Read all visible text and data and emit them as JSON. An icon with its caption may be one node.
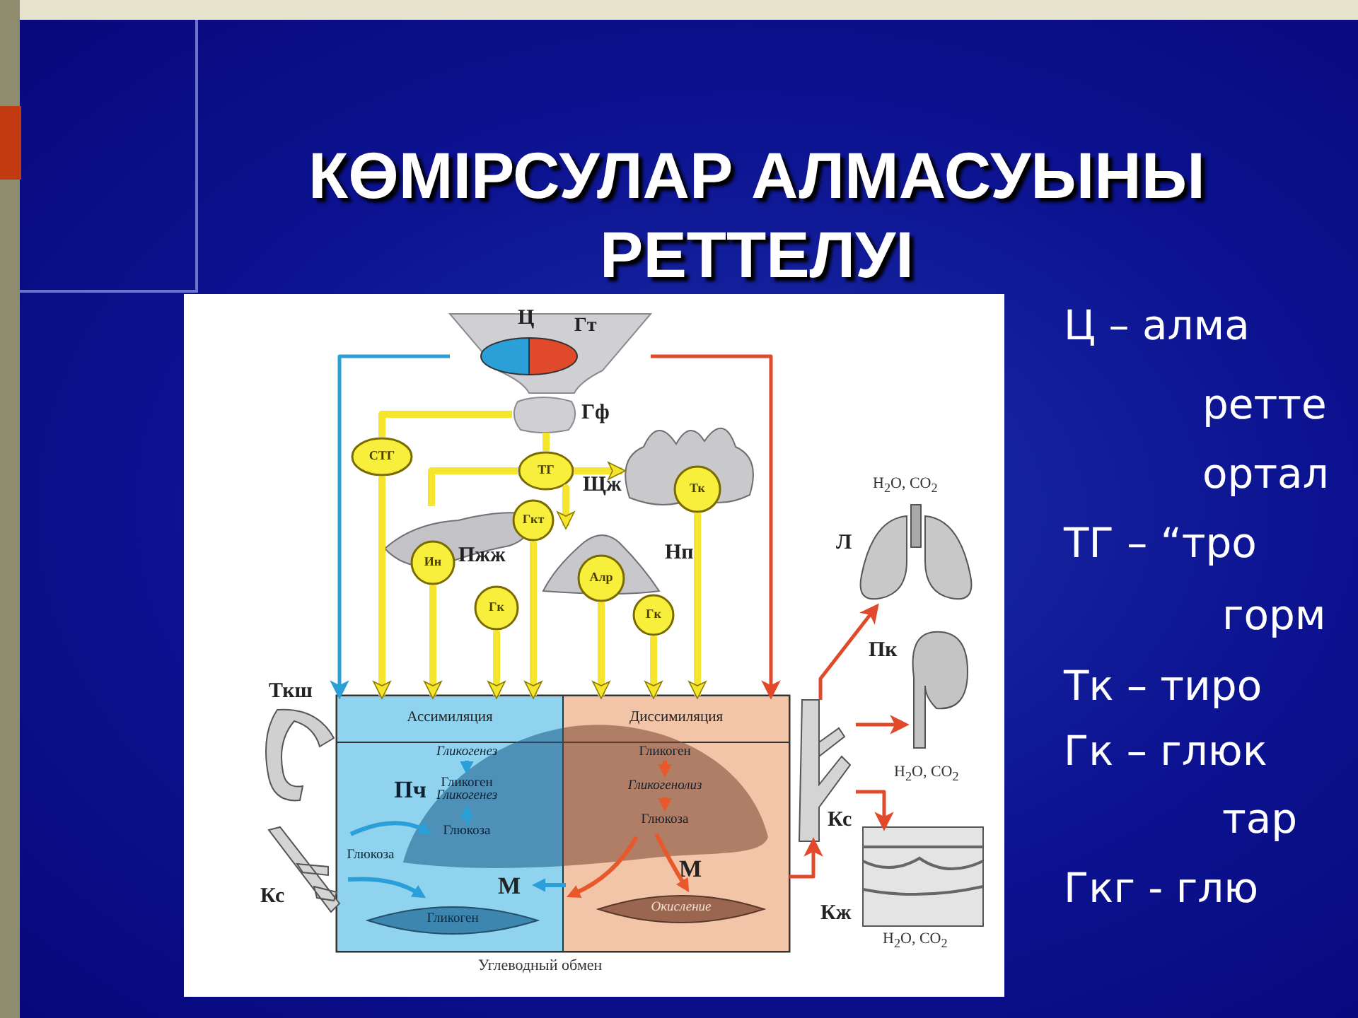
{
  "diagram": {
    "title": "КӨМІРСУЛАР АЛМАСУЫНЫ РЕТТЕЛУІ",
    "nodes": [
      {
        "text": [
          "Ц",
          "Гт"
        ]
      },
      {
        "text": [
          "Гф"
        ]
      },
      {
        "text": [
          "СТГ"
        ]
      },
      {
        "text": [
          "ТГ"
        ]
      },
      {
        "text": [
          "Щж"
        ]
      },
      {
        "text": [
          "Тк"
        ]
      },
      {
        "text": [
          "Гкт"
        ]
      },
      {
        "text": [
          "Пжж"
        ]
      },
      {
        "text": [
          "Ин"
        ]
      },
      {
        "text": [
          "Нп"
        ]
      },
      {
        "text": [
          "Алр"
        ]
      },
      {
        "text": [
          "Гк"
        ]
      },
      {
        "text": [
          "Гк"
        ]
      },
      {
        "text": [],
        "shape": "box",
        "beside": [
          "Углеводный обмен"
        ]
      },
      {
        "text": [
          "Ассимиляция"
        ],
        "in": 13
      },
      {
        "text": [
          "Диссимиляция"
        ],
        "in": 13
      },
      {
        "text": [
          "Гликоген"
        ],
        "in": 14,
        "beside": [
          "М"
        ]
      },
      {
        "text": [
          "Окисление"
        ],
        "in": 15,
        "beside": [
          "М"
        ]
      },
      {
        "text": [
          "Ткш"
        ]
      },
      {
        "text": [
          "Кс"
        ]
      },
      {
        "text": [
          "Л"
        ],
        "beside": [
          "H$_{2}$O, CO$_{2}$"
        ]
      },
      {
        "text": [
          "Пк"
        ],
        "beside": [
          "H$_{2}$O, CO$_{2}$"
        ]
      },
      {
        "text": [
          "Кс"
        ]
      },
      {
        "text": [
          "Кж"
        ],
        "beside": [
          "H$_{2}$O, CO$_{2}$"
        ]
      }
    ],
    "edges": [
      {
        "from": 0,
        "to": 13,
        "arrow": "to",
        "color": "#2a9fd8"
      },
      {
        "from": 0,
        "to": 13,
        "arrow": "to",
        "color": "#e04a2a"
      },
      {
        "from": 1,
        "to": 2,
        "arrow": "none"
      },
      {
        "from": 1,
        "to": 3,
        "arrow": "none"
      },
      {
        "from": 2,
        "to": 13,
        "arrow": "to"
      },
      {
        "from": 3,
        "to": 4,
        "arrow": "to"
      },
      {
        "from": 3,
        "to": 7,
        "arrow": "none"
      },
      {
        "from": 3,
        "to": 9,
        "arrow": "to"
      },
      {
        "from": 6,
        "to": 13,
        "arrow": "to"
      },
      {
        "from": 8,
        "to": 13,
        "arrow": "to"
      },
      {
        "from": 11,
        "to": 13,
        "arrow": "to"
      },
      {
        "from": 10,
        "to": 13,
        "arrow": "to"
      },
      {
        "from": 12,
        "to": 13,
        "arrow": "to"
      },
      {
        "from": 5,
        "to": 13,
        "arrow": "to"
      },
      {
        "from": 13,
        "to": 22,
        "arrow": "to",
        "color": "#e04a2a"
      },
      {
        "from": 22,
        "to": 20,
        "arrow": "to",
        "color": "#e04a2a"
      },
      {
        "from": 22,
        "to": 21,
        "arrow": "to",
        "color": "#e04a2a"
      },
      {
        "from": 22,
        "to": 23,
        "arrow": "to",
        "color": "#e04a2a"
      }
    ],
    "labels": [
      "Гликогенез",
      "Гликоген",
      "Гликогенез",
      "Глюкоза",
      "Пч",
      "Глюкоза",
      "Гликоген",
      "Гликогенолиз",
      "Глюкоза",
      "Ц – алма",
      "ретте",
      "ортал",
      "ТГ – “тро",
      "горм",
      "Тк – тиро",
      "Гк – глюк",
      "тар",
      "Гкг - глю"
    ]
  }
}
